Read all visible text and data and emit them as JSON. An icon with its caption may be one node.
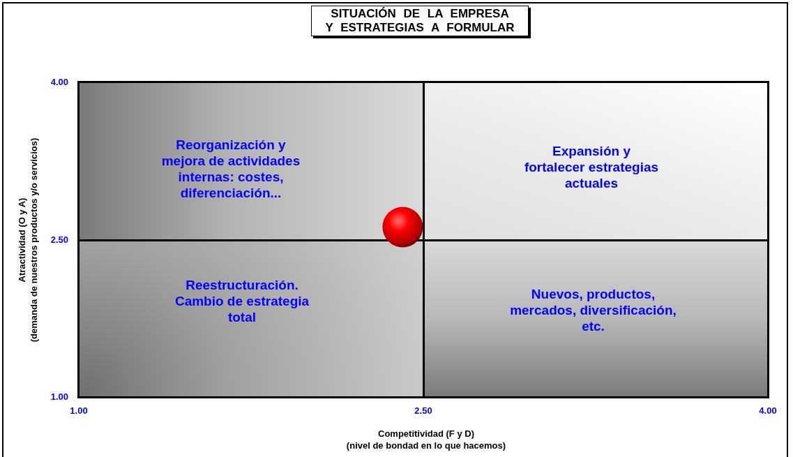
{
  "diagram": {
    "title": "SITUACIÓN DE LA EMPRESA Y ESTRATEGIAS A FORMULAR",
    "nodes": [
      {
        "text": [
          "Reorganización y mejora de actividades internas: costes, diferenciación..."
        ]
      },
      {
        "text": [
          "Expansión y fortalecer estrategias actuales"
        ]
      },
      {
        "text": [
          "Reestructuración. Cambio de estrategia total"
        ]
      },
      {
        "text": [
          "Nuevos, productos, mercados, diversificación, etc."
        ]
      }
    ],
    "chart_data": {
      "type": "scatter",
      "xlabel": "Competitividad (F y D) (nivel de bondad en lo que hacemos)",
      "ylabel": "Atractividad (O y A) (demanda de nuestros productos y/o servicios)",
      "x": [
        2.41
      ],
      "series": [
        {
          "color": "#ff0000",
          "values": [
            2.62
          ]
        }
      ],
      "xlim": [
        1,
        4
      ],
      "ylim": [
        1,
        4
      ],
      "xticks": [
        {
          "value": 1,
          "label": "1.00"
        },
        {
          "value": 2.5,
          "label": "2.50"
        },
        {
          "value": 4,
          "label": "4.00"
        }
      ],
      "yticks": [
        {
          "value": 1,
          "label": "1.00"
        },
        {
          "value": 2.5,
          "label": "2.50"
        },
        {
          "value": 4,
          "label": "4.00"
        }
      ]
    }
  }
}
